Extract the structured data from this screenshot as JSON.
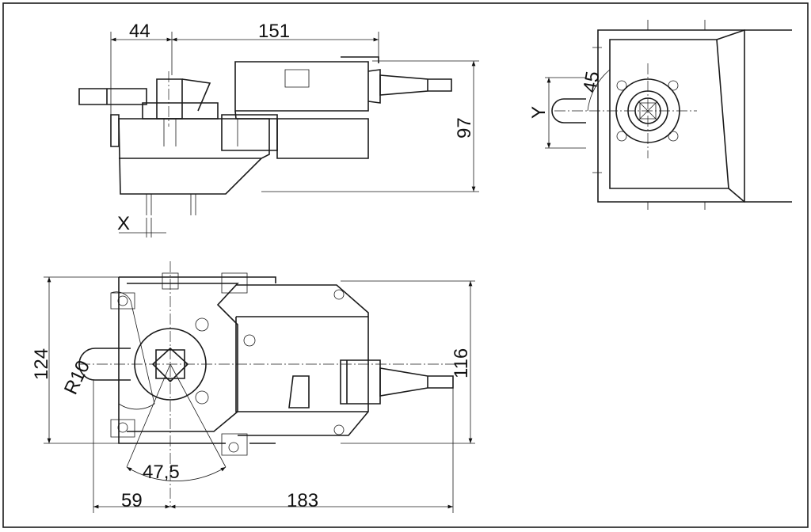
{
  "drawing": {
    "side_view": {
      "dim_width_left": "44",
      "dim_width_right": "151",
      "dim_height": "97",
      "dim_x": "X"
    },
    "front_view": {
      "dim_angle": "45",
      "dim_y": "Y"
    },
    "bottom_view": {
      "dim_height_left": "124",
      "dim_radius": "R10",
      "dim_height_right": "116",
      "dim_angle": "47,5",
      "dim_width_left": "59",
      "dim_width_right": "183"
    }
  }
}
